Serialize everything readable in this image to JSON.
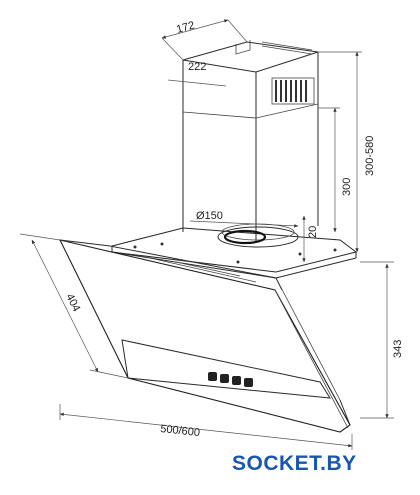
{
  "dimensions": {
    "top_depth": "172",
    "top_width": "222",
    "flue_height": "300",
    "flue_range": "300-580",
    "duct_diameter": "Ø150",
    "duct_offset": "20",
    "glass_width": "404",
    "body_height": "343",
    "hood_width": "500/600"
  },
  "brand": {
    "label": "SOCKET.BY",
    "color": "#1a56b0"
  },
  "colors": {
    "line": "#2a2a2a",
    "background": "#ffffff"
  }
}
